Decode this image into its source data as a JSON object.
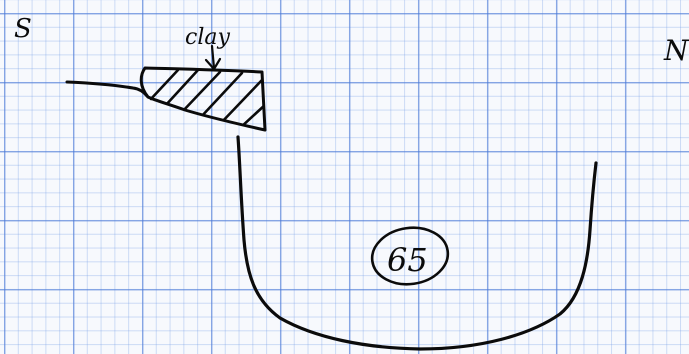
{
  "labels": {
    "left_direction": "S",
    "right_direction": "N",
    "layer_label": "clay",
    "pit_number": "65"
  },
  "colors": {
    "ink": "#0b0b0b",
    "grid_major": "#4a78d6",
    "grid_minor": "#78a0e6",
    "paper": "#f7f9fd"
  }
}
